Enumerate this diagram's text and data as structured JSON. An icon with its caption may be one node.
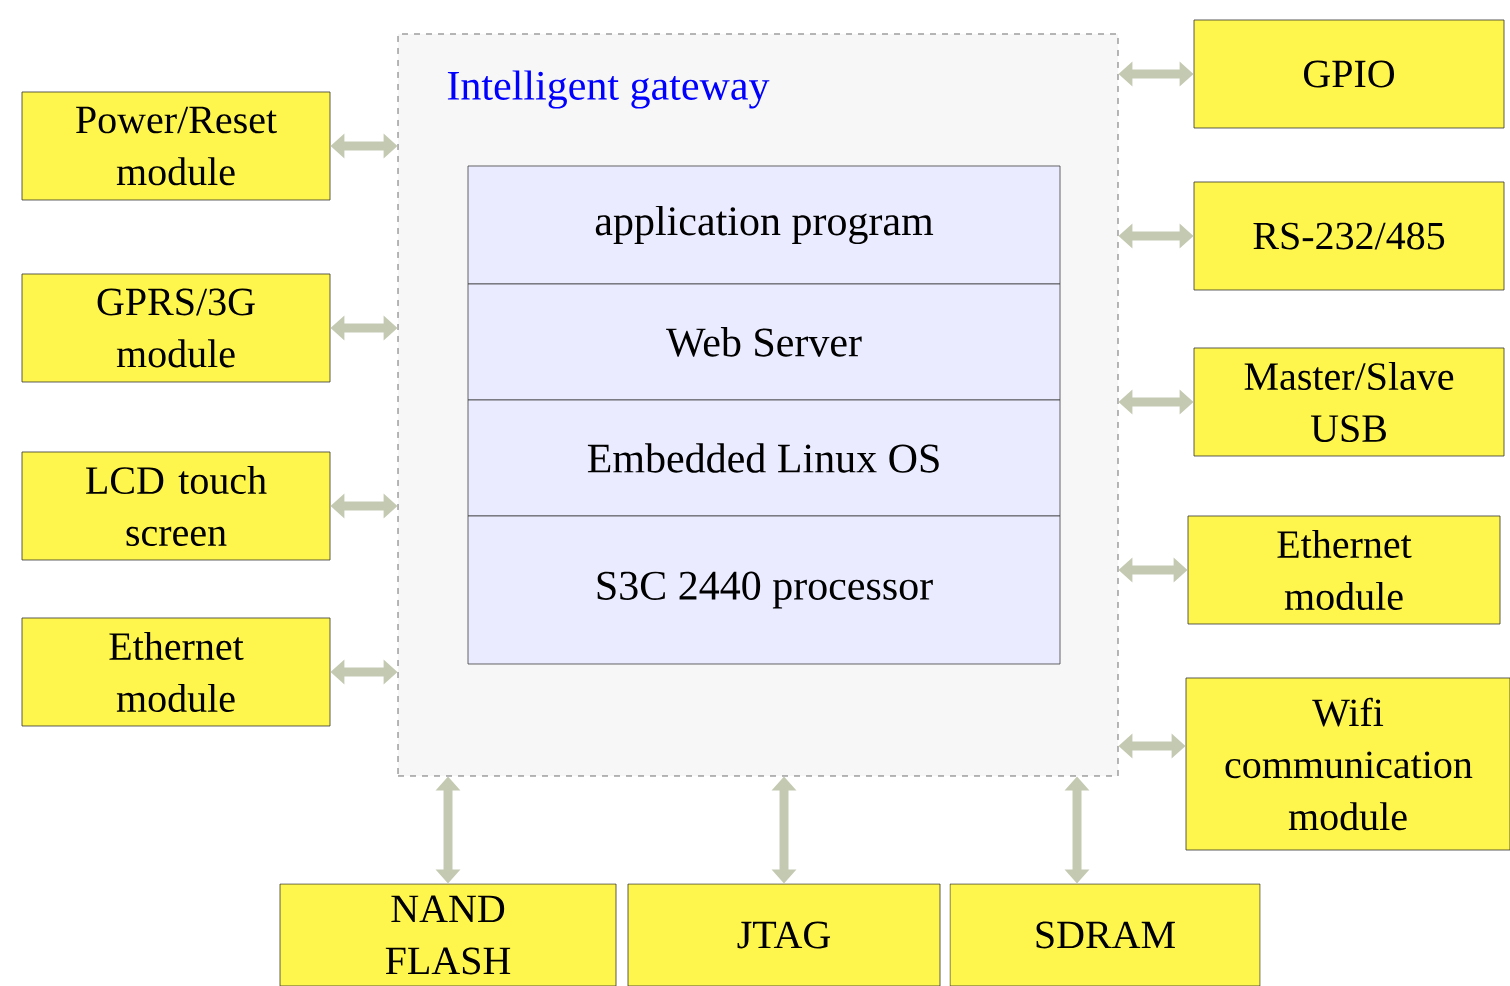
{
  "diagram": {
    "nodes": [
      {
        "text": [
          "Intelligent gateway"
        ]
      },
      {
        "text": [
          "application program"
        ],
        "in": 0
      },
      {
        "text": [
          "Web Server"
        ],
        "in": 0
      },
      {
        "text": [
          "Embedded Linux OS"
        ],
        "in": 0
      },
      {
        "text": [
          "S3C 2440 processor"
        ],
        "in": 0
      },
      {
        "text": [
          "Power/Reset module"
        ]
      },
      {
        "text": [
          "GPRS/3G module"
        ]
      },
      {
        "text": [
          "LCD touch screen"
        ]
      },
      {
        "text": [
          "Ethernet module"
        ]
      },
      {
        "text": [
          "GPIO"
        ]
      },
      {
        "text": [
          "RS-232/485"
        ]
      },
      {
        "text": [
          "Master/Slave USB"
        ]
      },
      {
        "text": [
          "Ethernet module"
        ]
      },
      {
        "text": [
          "Wifi communication module"
        ]
      },
      {
        "text": [
          "NAND FLASH"
        ]
      },
      {
        "text": [
          "JTAG"
        ]
      },
      {
        "text": [
          "SDRAM"
        ]
      }
    ],
    "edges": [
      {
        "from": 5,
        "to": 0,
        "arrow": "both"
      },
      {
        "from": 6,
        "to": 0,
        "arrow": "both"
      },
      {
        "from": 7,
        "to": 0,
        "arrow": "both"
      },
      {
        "from": 8,
        "to": 0,
        "arrow": "both"
      },
      {
        "from": 0,
        "to": 9,
        "arrow": "both"
      },
      {
        "from": 0,
        "to": 10,
        "arrow": "both"
      },
      {
        "from": 0,
        "to": 11,
        "arrow": "both"
      },
      {
        "from": 0,
        "to": 12,
        "arrow": "both"
      },
      {
        "from": 0,
        "to": 13,
        "arrow": "both"
      },
      {
        "from": 0,
        "to": 14,
        "arrow": "both"
      },
      {
        "from": 0,
        "to": 15,
        "arrow": "both"
      },
      {
        "from": 0,
        "to": 16,
        "arrow": "both"
      }
    ]
  }
}
